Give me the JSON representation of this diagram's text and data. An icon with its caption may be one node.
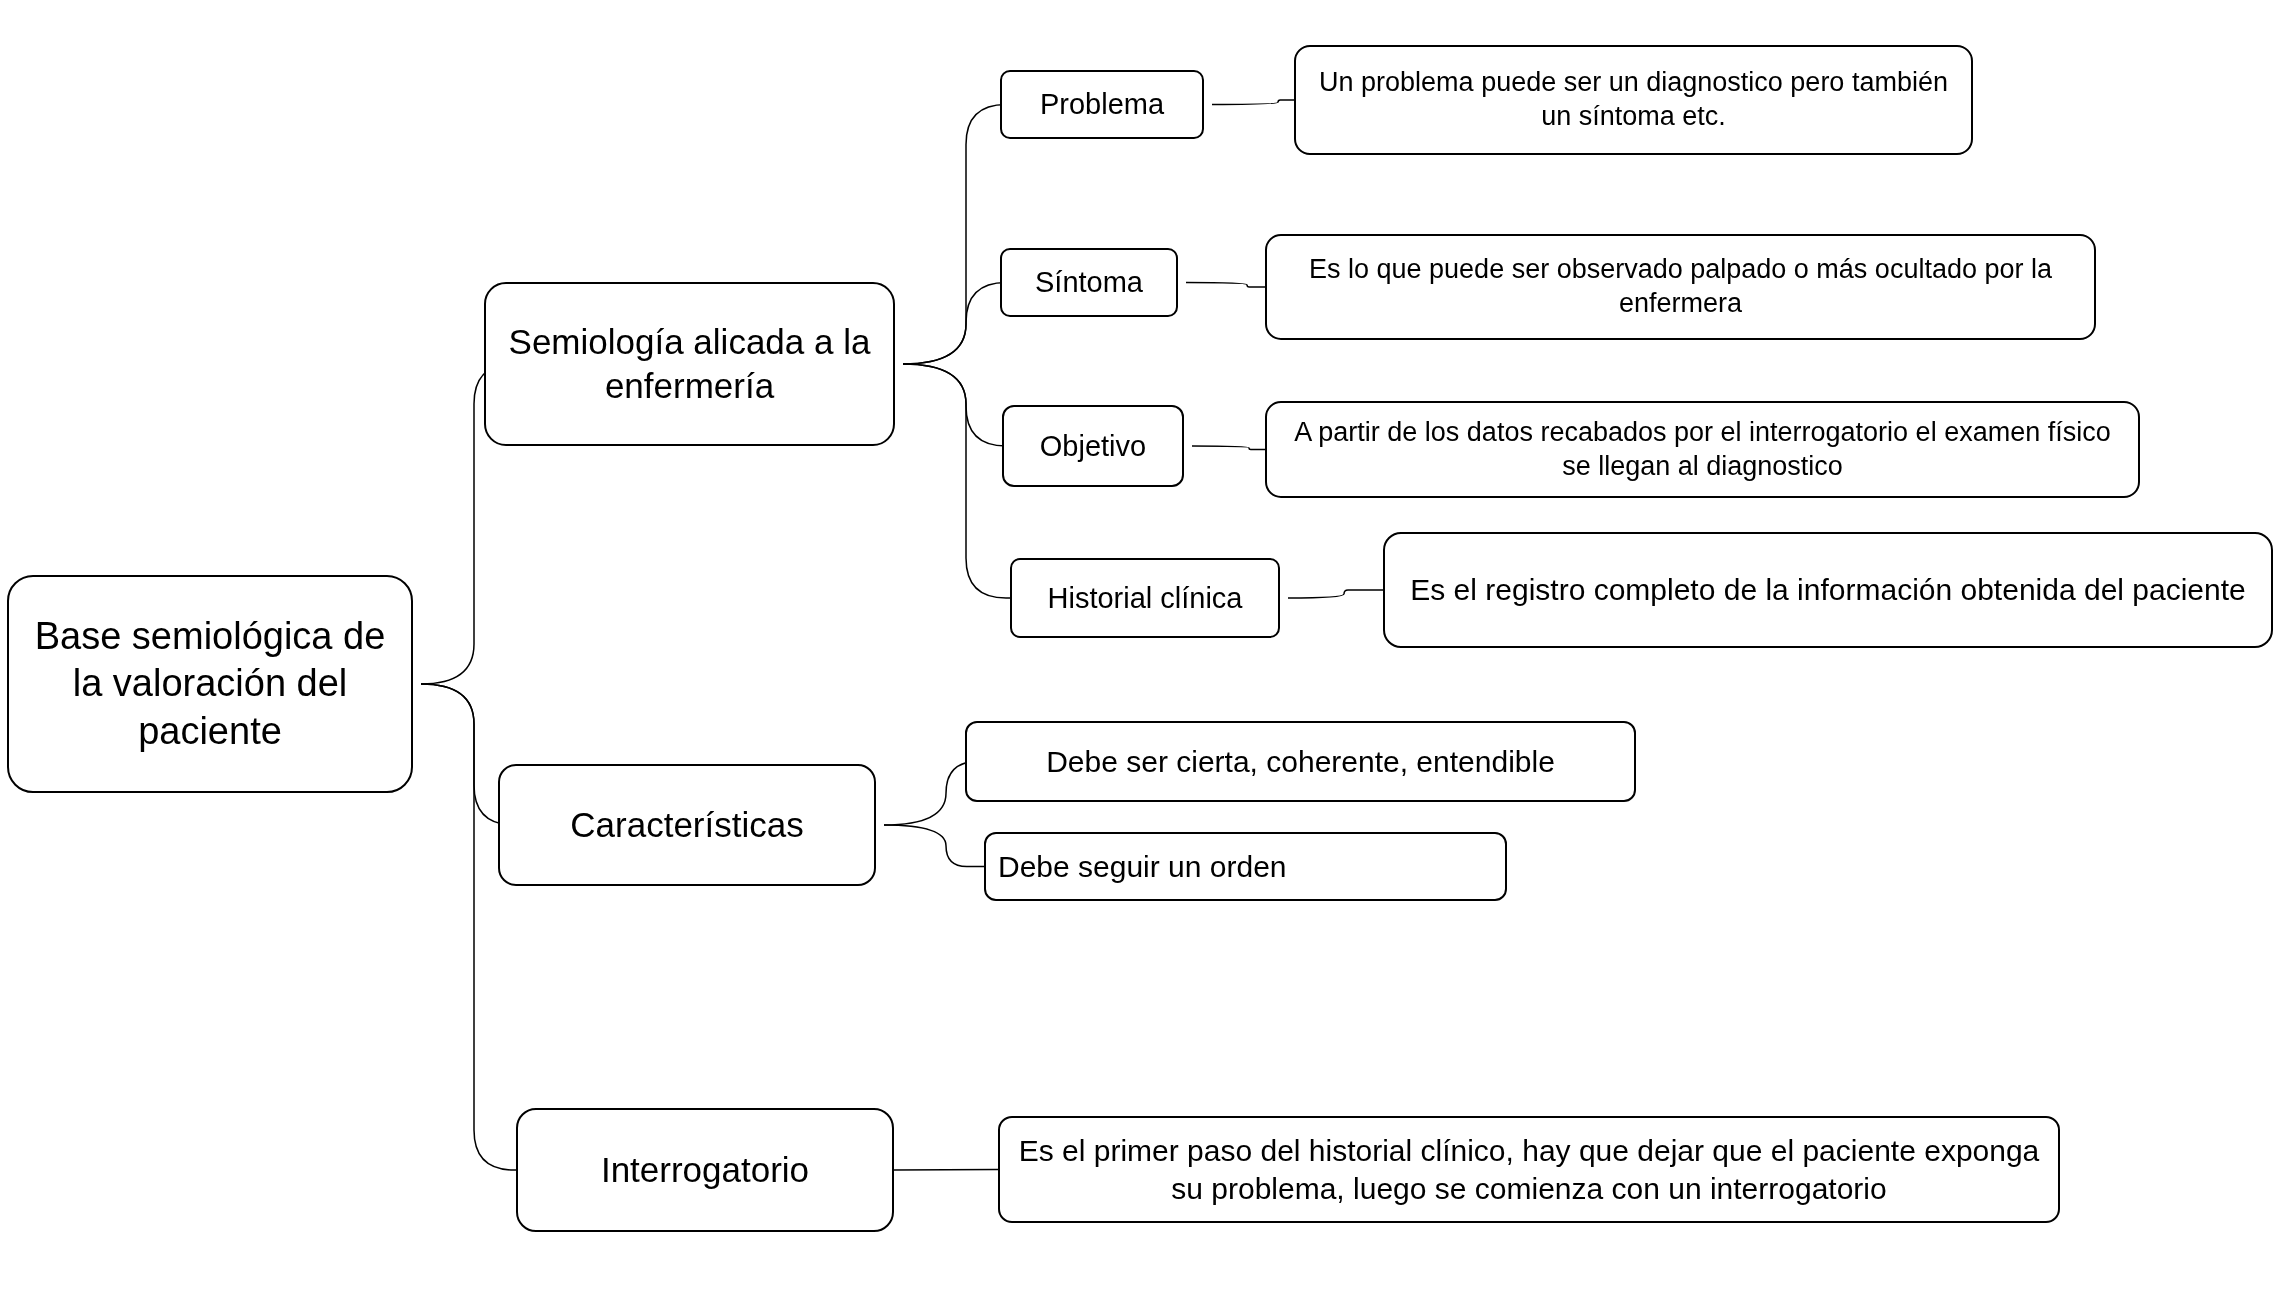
{
  "diagram": {
    "nodes": [
      {
        "text": [
          "Base semiológica de la valoración del paciente"
        ]
      },
      {
        "text": [
          "Semiología alicada a la enfermería"
        ]
      },
      {
        "text": [
          "Problema"
        ]
      },
      {
        "text": [
          "Un problema puede ser un diagnostico pero también un síntoma etc."
        ]
      },
      {
        "text": [
          "Síntoma"
        ]
      },
      {
        "text": [
          "Es lo que puede ser observado palpado o más ocultado por la enfermera"
        ]
      },
      {
        "text": [
          "Objetivo"
        ]
      },
      {
        "text": [
          "A partir de los datos recabados por el interrogatorio el examen físico se llegan al diagnostico"
        ]
      },
      {
        "text": [
          "Historial clínica"
        ]
      },
      {
        "text": [
          "Es el registro completo de la información obtenida del paciente"
        ]
      },
      {
        "text": [
          "Características"
        ]
      },
      {
        "text": [
          "Debe ser cierta, coherente, entendible"
        ]
      },
      {
        "text": [
          "Debe seguir un orden"
        ]
      },
      {
        "text": [
          "Interrogatorio"
        ]
      },
      {
        "text": [
          "Es el primer paso del historial clínico, hay que dejar que el paciente exponga su problema, luego se comienza con un interrogatorio"
        ]
      }
    ],
    "edges": [
      {
        "from": 0,
        "to": 1,
        "arrow": "none"
      },
      {
        "from": 0,
        "to": 10,
        "arrow": "none"
      },
      {
        "from": 0,
        "to": 13,
        "arrow": "none"
      },
      {
        "from": 1,
        "to": 2,
        "arrow": "none"
      },
      {
        "from": 1,
        "to": 4,
        "arrow": "none"
      },
      {
        "from": 1,
        "to": 6,
        "arrow": "none"
      },
      {
        "from": 1,
        "to": 8,
        "arrow": "none"
      },
      {
        "from": 2,
        "to": 3,
        "arrow": "none"
      },
      {
        "from": 4,
        "to": 5,
        "arrow": "none"
      },
      {
        "from": 6,
        "to": 7,
        "arrow": "none"
      },
      {
        "from": 8,
        "to": 9,
        "arrow": "none"
      },
      {
        "from": 10,
        "to": 11,
        "arrow": "none"
      },
      {
        "from": 10,
        "to": 12,
        "arrow": "none"
      },
      {
        "from": 13,
        "to": 14,
        "arrow": "none"
      }
    ]
  }
}
